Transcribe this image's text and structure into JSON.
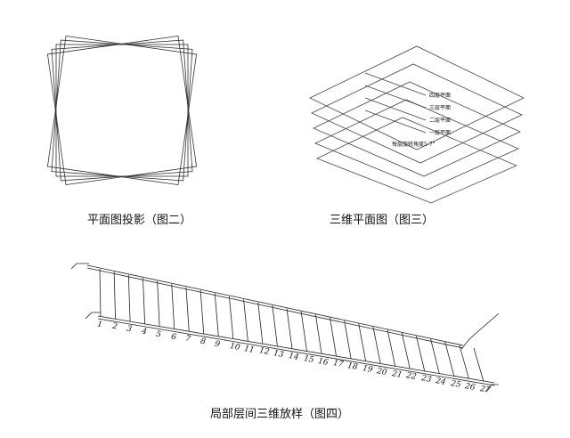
{
  "figures": {
    "plan_projection": {
      "caption": "平面图投影（图二）"
    },
    "three_d_plan": {
      "caption": "三维平面图（图三）",
      "labels": [
        "四层平面",
        "三层平面",
        "二层平面",
        "一层平面"
      ],
      "note": "每层旋转角度5-7°"
    },
    "stair_lofting": {
      "caption": "局部层间三维放样（图四）",
      "numbers": [
        "1",
        "2",
        "3",
        "4",
        "5",
        "6",
        "7",
        "8",
        "9",
        "10",
        "11",
        "12",
        "13",
        "14",
        "15",
        "16",
        "17",
        "18",
        "19",
        "20",
        "21",
        "22",
        "23",
        "24",
        "25",
        "26",
        "27"
      ]
    }
  }
}
